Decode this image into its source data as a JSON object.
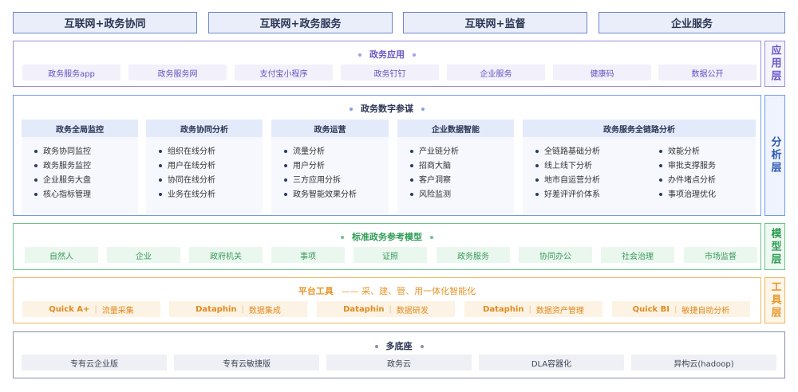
{
  "top_tabs": [
    "互联网+政务协同",
    "互联网+政务服务",
    "互联网+监督",
    "企业服务"
  ],
  "app_layer": {
    "title": "政务应用",
    "side_label": "应用层",
    "items": [
      "政务服务app",
      "政务服务网",
      "支付宝小程序",
      "政务钉钉",
      "企业服务",
      "健康码",
      "数据公开"
    ]
  },
  "analysis_layer": {
    "title": "政务数字参谋",
    "side_label": "分析层",
    "columns": [
      {
        "head": "政务全局监控",
        "items": [
          "政务协同监控",
          "政务服务监控",
          "企业服务大盘",
          "核心指标管理"
        ]
      },
      {
        "head": "政务协同分析",
        "items": [
          "组织在线分析",
          "用户在线分析",
          "协同在线分析",
          "业务在线分析"
        ]
      },
      {
        "head": "政务运营",
        "items": [
          "流量分析",
          "用户分析",
          "三方应用分拆",
          "政务智能效果分析"
        ]
      },
      {
        "head": "企业数据智能",
        "items": [
          "产业链分析",
          "招商大脑",
          "客户洞察",
          "风险监测"
        ]
      },
      {
        "head": "政务服务全链路分析",
        "items_left": [
          "全链路基础分析",
          "线上线下分析",
          "地市自运营分析",
          "好差评评价体系"
        ],
        "items_right": [
          "效能分析",
          "审批支撑服务",
          "办件堵点分析",
          "事项治理优化"
        ]
      }
    ]
  },
  "model_layer": {
    "title": "标准政务参考模型",
    "side_label": "模型层",
    "items": [
      "自然人",
      "企业",
      "政府机关",
      "事项",
      "证照",
      "政务服务",
      "协同办公",
      "社会治理",
      "市场监督"
    ]
  },
  "tool_layer": {
    "title": "平台工具",
    "subtitle": "—— 采、建、管、用一体化智能化",
    "side_label": "工具层",
    "items": [
      {
        "product": "Quick A+",
        "desc": "流量采集"
      },
      {
        "product": "Dataphin",
        "desc": "数据集成"
      },
      {
        "product": "Dataphin",
        "desc": "数据研发"
      },
      {
        "product": "Dataphin",
        "desc": "数据资产管理"
      },
      {
        "product": "Quick BI",
        "desc": "敏捷自助分析"
      }
    ]
  },
  "base_layer": {
    "title": "多底座",
    "items": [
      "专有云企业版",
      "专有云敏捷版",
      "政务云",
      "DLA容器化",
      "异构云(hadoop)"
    ]
  }
}
